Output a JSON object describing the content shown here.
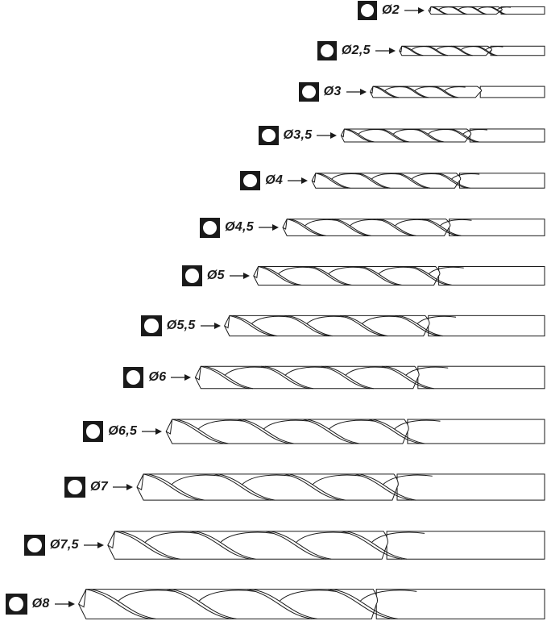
{
  "sizes": [
    {
      "label": "Ø2",
      "diameter": 2
    },
    {
      "label": "Ø2,5",
      "diameter": 2.5
    },
    {
      "label": "Ø3",
      "diameter": 3
    },
    {
      "label": "Ø3,5",
      "diameter": 3.5
    },
    {
      "label": "Ø4",
      "diameter": 4
    },
    {
      "label": "Ø4,5",
      "diameter": 4.5
    },
    {
      "label": "Ø5",
      "diameter": 5
    },
    {
      "label": "Ø5,5",
      "diameter": 5.5
    },
    {
      "label": "Ø6",
      "diameter": 6
    },
    {
      "label": "Ø6,5",
      "diameter": 6.5
    },
    {
      "label": "Ø7",
      "diameter": 7
    },
    {
      "label": "Ø7,5",
      "diameter": 7.5
    },
    {
      "label": "Ø8",
      "diameter": 8
    }
  ],
  "colors": {
    "ink": "#1a1a1a",
    "background": "#ffffff"
  }
}
